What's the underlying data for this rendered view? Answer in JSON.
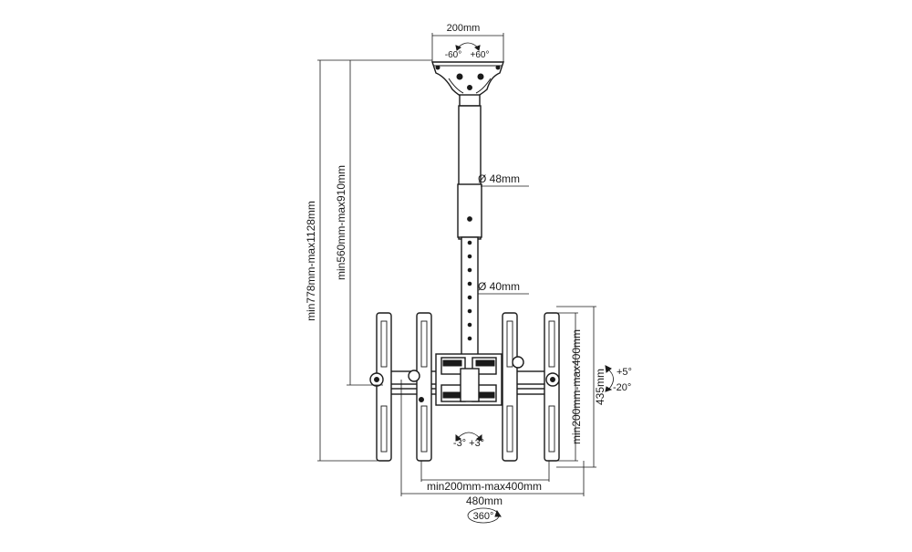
{
  "labels": {
    "top_width": "200mm",
    "top_rotation_left": "-60°",
    "top_rotation_right": "+60°",
    "pole_upper_diameter": "Ø 48mm",
    "pole_lower_diameter": "Ø 40mm",
    "overall_height": "min778mm-max1128mm",
    "pole_height": "min560mm-max910mm",
    "vesa_height": "min200mm-max400mm",
    "rail_height": "435mm",
    "tilt_up": "+5°",
    "tilt_down": "-20°",
    "swivel": "-3° +3°",
    "vesa_width": "min200mm-max400mm",
    "total_width": "480mm",
    "rotation_360": "360°"
  }
}
